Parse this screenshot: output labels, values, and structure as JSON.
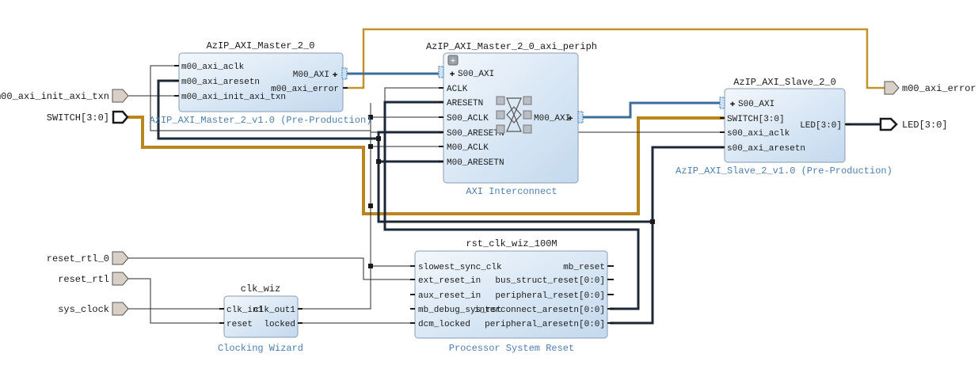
{
  "blocks": {
    "master": {
      "title": "AzIP_AXI_Master_2_0",
      "subtitle": "AzIP_AXI_Master_2_v1.0 (Pre-Production)",
      "pins_left": [
        "m00_axi_aclk",
        "m00_axi_aresetn",
        "m00_axi_init_axi_txn"
      ],
      "pin_axi": "M00_AXI",
      "pin_error": "m00_axi_error"
    },
    "periph": {
      "title": "AzIP_AXI_Master_2_0_axi_periph",
      "subtitle": "AXI Interconnect",
      "pins_left": [
        "S00_AXI",
        "ACLK",
        "ARESETN",
        "S00_ACLK",
        "S00_ARESETN",
        "M00_ACLK",
        "M00_ARESETN"
      ],
      "pin_right": "M00_AXI"
    },
    "slave": {
      "title": "AzIP_AXI_Slave_2_0",
      "subtitle": "AzIP_AXI_Slave_2_v1.0 (Pre-Production)",
      "pins_left": [
        "S00_AXI",
        "SWITCH[3:0]",
        "s00_axi_aclk",
        "s00_axi_aresetn"
      ],
      "pin_right": "LED[3:0]"
    },
    "rst": {
      "title": "rst_clk_wiz_100M",
      "subtitle": "Processor System Reset",
      "pins_left": [
        "slowest_sync_clk",
        "ext_reset_in",
        "aux_reset_in",
        "mb_debug_sys_rst",
        "dcm_locked"
      ],
      "pins_right": [
        "mb_reset",
        "bus_struct_reset[0:0]",
        "peripheral_reset[0:0]",
        "interconnect_aresetn[0:0]",
        "peripheral_aresetn[0:0]"
      ]
    },
    "clk": {
      "title": "clk_wiz",
      "subtitle": "Clocking Wizard",
      "pins_left": [
        "clk_in1",
        "reset"
      ],
      "pins_right": [
        "clk_out1",
        "locked"
      ]
    }
  },
  "ports": {
    "m00_axi_init_axi_txn": "m00_axi_init_axi_txn",
    "switch": "SWITCH[3:0]",
    "reset_rtl_0": "reset_rtl_0",
    "reset_rtl": "reset_rtl",
    "sys_clock": "sys_clock",
    "m00_axi_error": "m00_axi_error",
    "led": "LED[3:0]"
  },
  "colors": {
    "block_fill_top": "#eef4fb",
    "block_fill_bottom": "#c7dcf0",
    "axi_wire": "#3b6e9c",
    "gpio_wire": "#b8861c",
    "bus_wire": "#1c2838"
  }
}
